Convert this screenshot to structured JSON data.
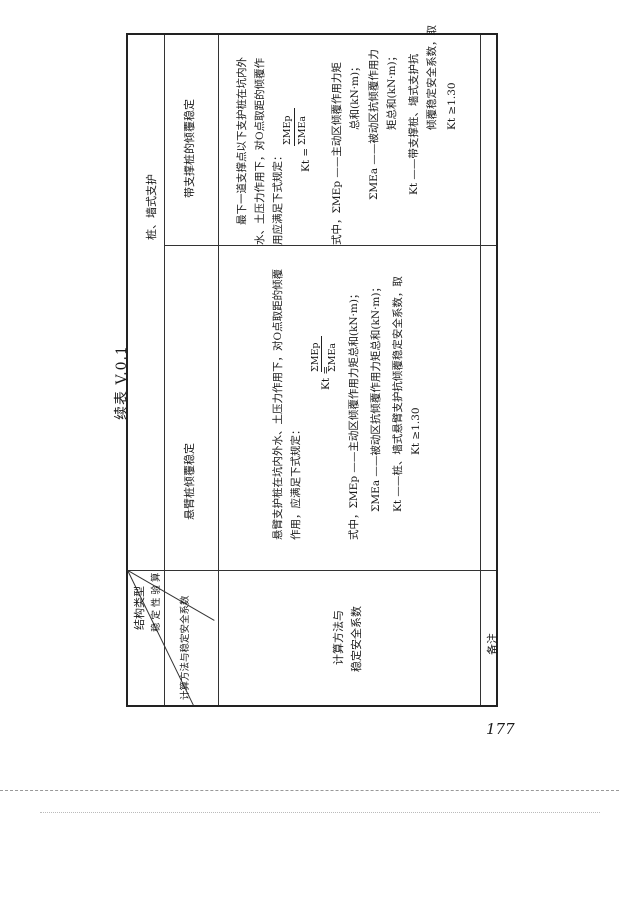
{
  "caption": "续表 V.0.1",
  "header": {
    "diag_struct": "结构类型",
    "diag_stab": "稳定性验算",
    "diag_method": "计算方法与稳定安全系数",
    "group": "桩、墙式支护",
    "col1": "悬臂桩倾覆稳定",
    "col2": "带支撑桩的倾覆稳定"
  },
  "row_label": {
    "line1": "计算方法与",
    "line2": "稳定安全系数"
  },
  "remark_label": "备注",
  "cantilever": {
    "line1": "悬臂支护桩在坑内外水、土压力作用下，对O点取距的倾覆",
    "line2": "作用，应满足下式规定：",
    "formula_k": "Kt =",
    "formula_num": "ΣMEp",
    "formula_den": "ΣMEa",
    "where1": "式中，ΣMEp ——主动区倾覆作用力矩总和(kN·m)；",
    "where2": "ΣMEa ——被动区抗倾覆作用力矩总和(kN·m)；",
    "where3": "Kt ——桩、墙式悬臂支护抗倾覆稳定安全系数，取",
    "where4": "Kt ≥1.30"
  },
  "braced": {
    "line1": "最下一道支撑点以下支护桩在坑内外",
    "line2": "水、土压力作用下，对O点取距的倾覆作",
    "line3": "用应满足下式规定：",
    "formula_k": "Kt =",
    "formula_num": "ΣMEp",
    "formula_den": "ΣMEa",
    "where1": "式中，ΣMEp ——主动区倾覆作用力矩",
    "where1b": "总和(kN·m)；",
    "where2": "ΣMEa ——被动区抗倾覆作用力",
    "where2b": "矩总和(kN·m)；",
    "where3": "Kt ——带支撑桩、墙式支护抗",
    "where3b": "倾覆稳定安全系数，取",
    "where4": "Kt ≥1.30"
  },
  "page_number": "177"
}
